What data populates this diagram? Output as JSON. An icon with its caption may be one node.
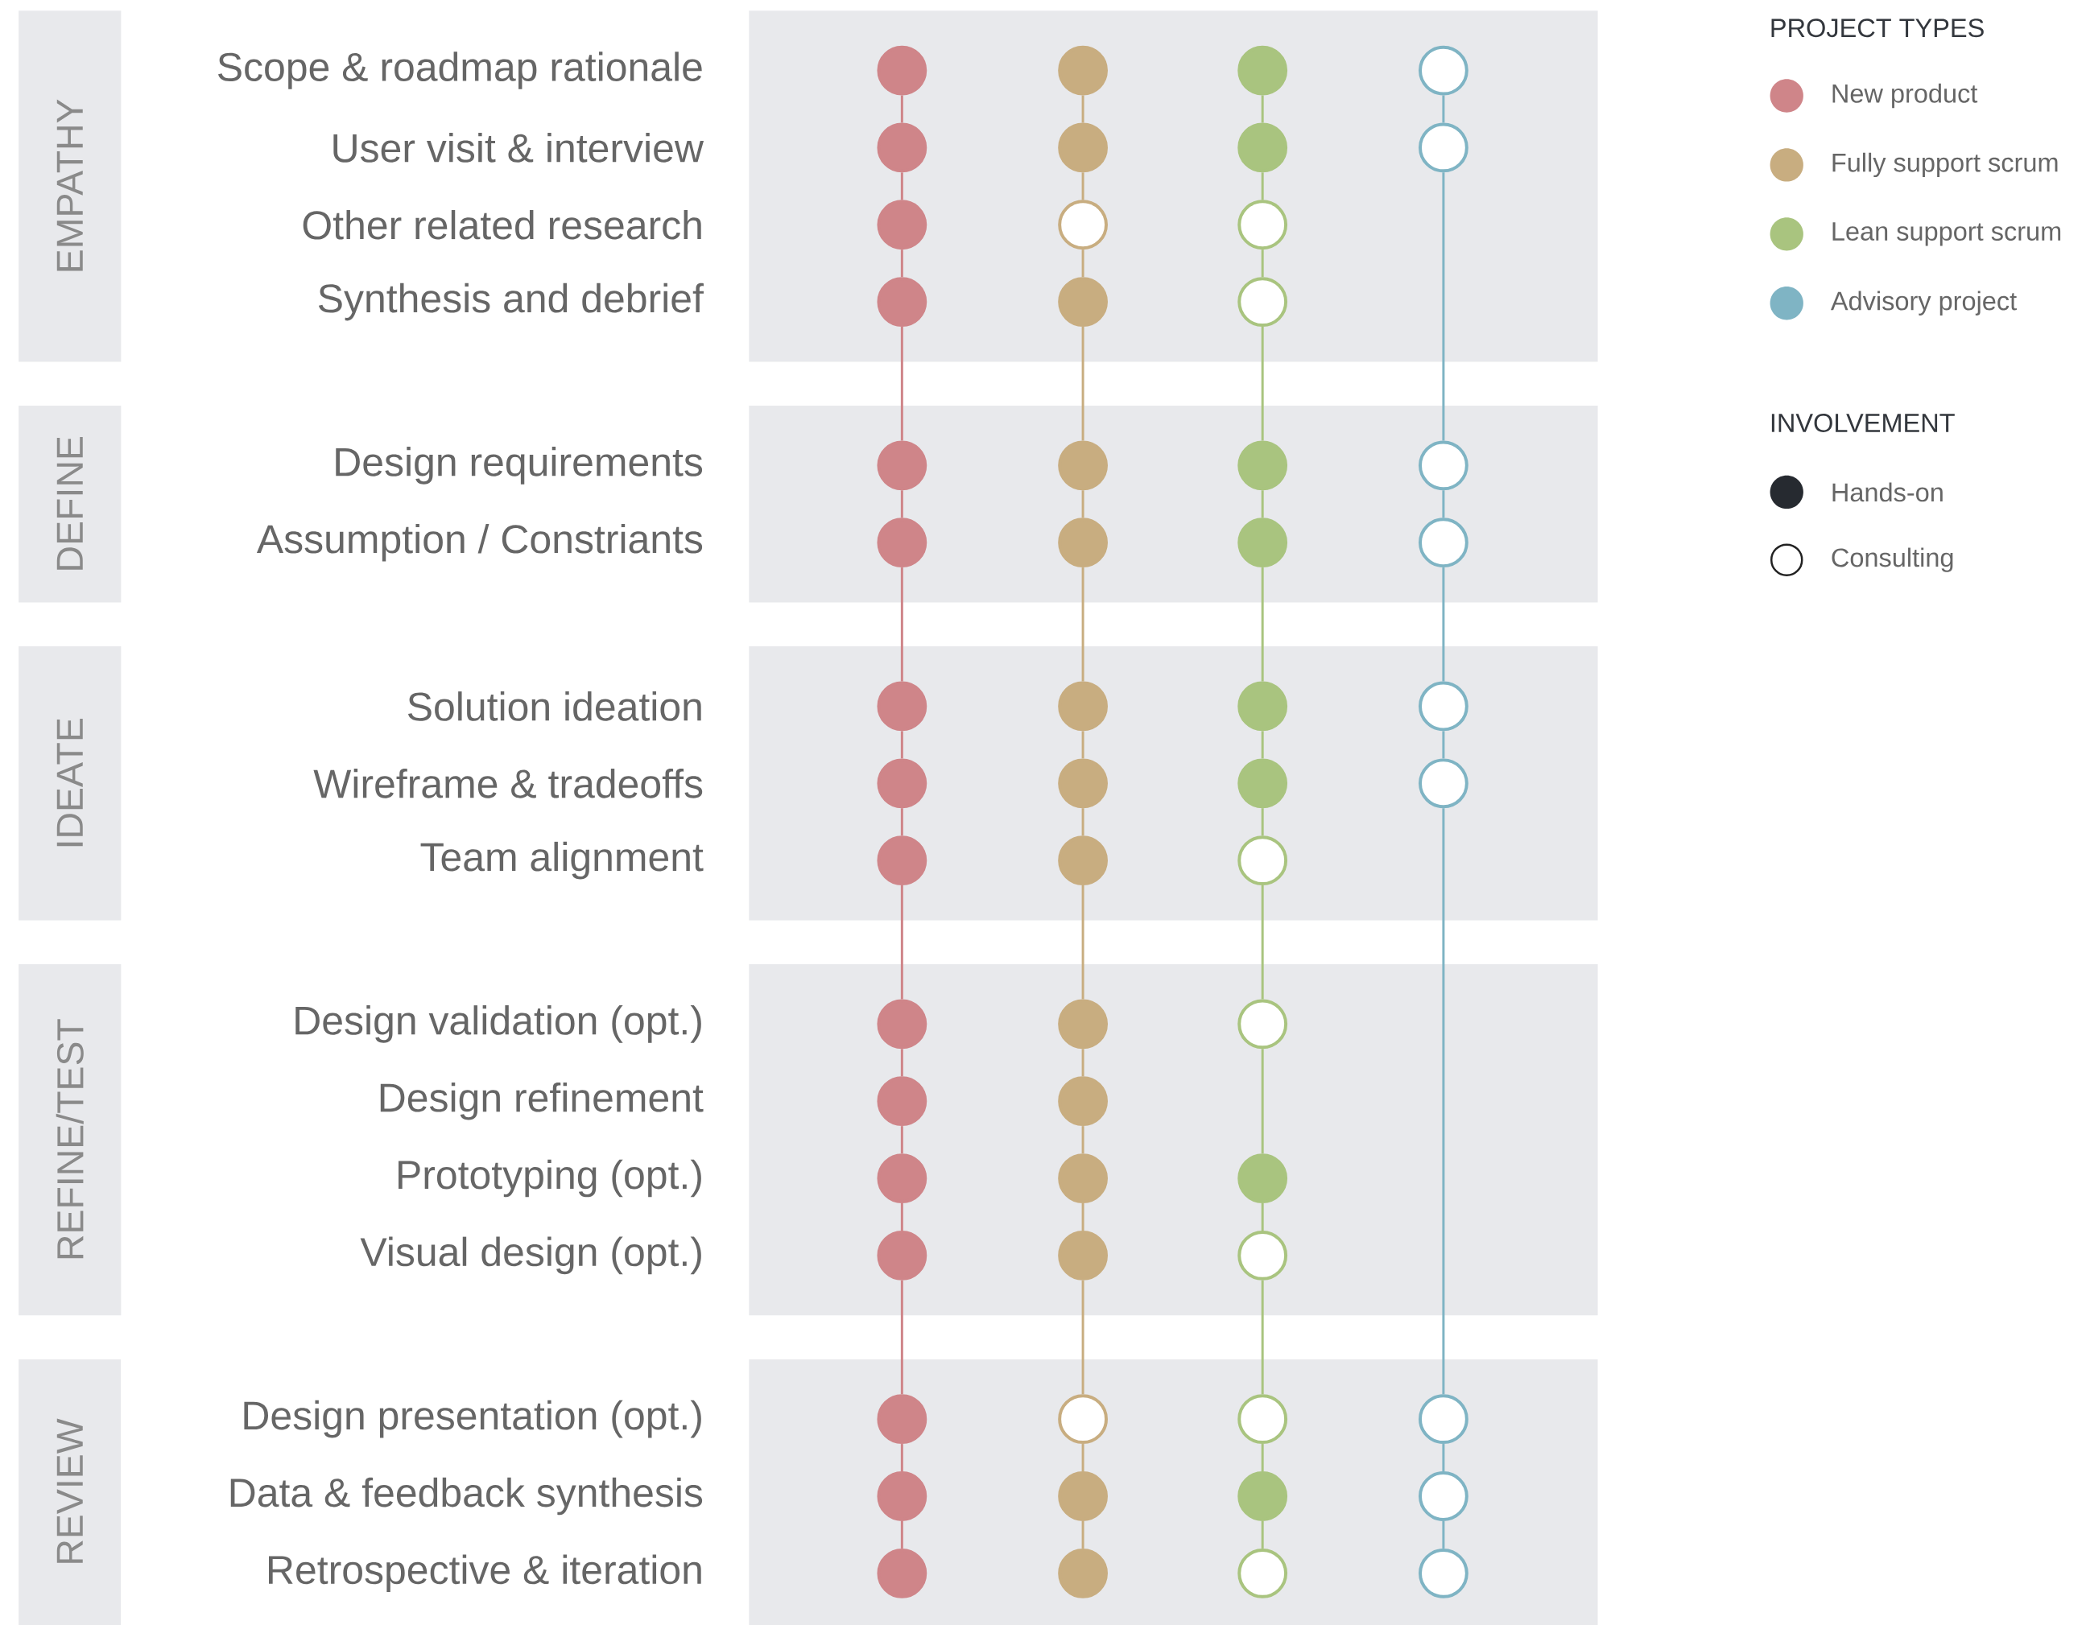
{
  "diagram": {
    "nodes": [
      {
        "text": [
          "EMPATHY"
        ]
      },
      {
        "text": [],
        "shape": "box"
      },
      {
        "text": [],
        "shape": "dot",
        "in": 1
      },
      {
        "text": [],
        "shape": "dot",
        "in": 1
      },
      {
        "text": [],
        "shape": "dot",
        "in": 1
      },
      {
        "text": [],
        "shape": "circle",
        "in": 1
      },
      {
        "text": [],
        "shape": "dot",
        "in": 1
      },
      {
        "text": [],
        "shape": "dot",
        "in": 1
      },
      {
        "text": [],
        "shape": "dot",
        "in": 1
      },
      {
        "text": [],
        "shape": "circle",
        "in": 1
      },
      {
        "text": [],
        "shape": "dot",
        "in": 1
      },
      {
        "text": [],
        "shape": "circle",
        "in": 1
      },
      {
        "text": [],
        "shape": "circle",
        "in": 1
      },
      {
        "text": [],
        "shape": "dot",
        "in": 1
      },
      {
        "text": [],
        "shape": "dot",
        "in": 1
      },
      {
        "text": [],
        "shape": "circle",
        "in": 1
      },
      {
        "text": [
          "DEFINE"
        ]
      },
      {
        "text": [],
        "shape": "box"
      },
      {
        "text": [],
        "shape": "dot",
        "in": 17
      },
      {
        "text": [],
        "shape": "dot",
        "in": 17
      },
      {
        "text": [],
        "shape": "dot",
        "in": 17
      },
      {
        "text": [],
        "shape": "circle",
        "in": 17
      },
      {
        "text": [],
        "shape": "dot",
        "in": 17
      },
      {
        "text": [],
        "shape": "dot",
        "in": 17
      },
      {
        "text": [],
        "shape": "dot",
        "in": 17
      },
      {
        "text": [],
        "shape": "circle",
        "in": 17
      },
      {
        "text": [
          "IDEATE"
        ]
      },
      {
        "text": [],
        "shape": "box"
      },
      {
        "text": [],
        "shape": "dot",
        "in": 27
      },
      {
        "text": [],
        "shape": "dot",
        "in": 27
      },
      {
        "text": [],
        "shape": "dot",
        "in": 27
      },
      {
        "text": [],
        "shape": "circle",
        "in": 27
      },
      {
        "text": [],
        "shape": "dot",
        "in": 27
      },
      {
        "text": [],
        "shape": "dot",
        "in": 27
      },
      {
        "text": [],
        "shape": "dot",
        "in": 27
      },
      {
        "text": [],
        "shape": "circle",
        "in": 27
      },
      {
        "text": [],
        "shape": "dot",
        "in": 27
      },
      {
        "text": [],
        "shape": "dot",
        "in": 27
      },
      {
        "text": [],
        "shape": "circle",
        "in": 27
      },
      {
        "text": [
          "REFINE/TEST"
        ]
      },
      {
        "text": [],
        "shape": "box"
      },
      {
        "text": [],
        "shape": "dot",
        "in": 40
      },
      {
        "text": [],
        "shape": "dot",
        "in": 40
      },
      {
        "text": [],
        "shape": "circle",
        "in": 40
      },
      {
        "text": [],
        "shape": "dot",
        "in": 40
      },
      {
        "text": [],
        "shape": "dot",
        "in": 40
      },
      {
        "text": [],
        "shape": "dot",
        "in": 40
      },
      {
        "text": [],
        "shape": "dot",
        "in": 40
      },
      {
        "text": [],
        "shape": "dot",
        "in": 40
      },
      {
        "text": [],
        "shape": "dot",
        "in": 40
      },
      {
        "text": [],
        "shape": "dot",
        "in": 40
      },
      {
        "text": [],
        "shape": "circle",
        "in": 40
      },
      {
        "text": [
          "REVIEW"
        ]
      },
      {
        "text": [],
        "shape": "box"
      },
      {
        "text": [],
        "shape": "dot",
        "in": 53
      },
      {
        "text": [],
        "shape": "circle",
        "in": 53
      },
      {
        "text": [],
        "shape": "circle",
        "in": 53
      },
      {
        "text": [],
        "shape": "circle",
        "in": 53
      },
      {
        "text": [],
        "shape": "dot",
        "in": 53
      },
      {
        "text": [],
        "shape": "dot",
        "in": 53
      },
      {
        "text": [],
        "shape": "dot",
        "in": 53
      },
      {
        "text": [],
        "shape": "circle",
        "in": 53
      },
      {
        "text": [],
        "shape": "dot",
        "in": 53
      },
      {
        "text": [],
        "shape": "dot",
        "in": 53
      },
      {
        "text": [],
        "shape": "circle",
        "in": 53
      },
      {
        "text": [],
        "shape": "circle",
        "in": 53
      }
    ],
    "edges": [
      {
        "from": 2,
        "to": 6,
        "arrow": "none",
        "color": "#cf8589"
      },
      {
        "from": 6,
        "to": 10,
        "arrow": "none",
        "color": "#cf8589"
      },
      {
        "from": 10,
        "to": 13,
        "arrow": "none",
        "color": "#cf8589"
      },
      {
        "from": 13,
        "to": 18,
        "arrow": "none",
        "color": "#cf8589"
      },
      {
        "from": 18,
        "to": 22,
        "arrow": "none",
        "color": "#cf8589"
      },
      {
        "from": 22,
        "to": 28,
        "arrow": "none",
        "color": "#cf8589"
      },
      {
        "from": 28,
        "to": 32,
        "arrow": "none",
        "color": "#cf8589"
      },
      {
        "from": 32,
        "to": 36,
        "arrow": "none",
        "color": "#cf8589"
      },
      {
        "from": 36,
        "to": 41,
        "arrow": "none",
        "color": "#cf8589"
      },
      {
        "from": 41,
        "to": 44,
        "arrow": "none",
        "color": "#cf8589"
      },
      {
        "from": 44,
        "to": 46,
        "arrow": "none",
        "color": "#cf8589"
      },
      {
        "from": 46,
        "to": 49,
        "arrow": "none",
        "color": "#cf8589"
      },
      {
        "from": 49,
        "to": 54,
        "arrow": "none",
        "color": "#cf8589"
      },
      {
        "from": 54,
        "to": 58,
        "arrow": "none",
        "color": "#cf8589"
      },
      {
        "from": 58,
        "to": 62,
        "arrow": "none",
        "color": "#cf8589"
      },
      {
        "from": 3,
        "to": 7,
        "arrow": "none",
        "color": "#c8ad80"
      },
      {
        "from": 7,
        "to": 11,
        "arrow": "none",
        "color": "#c8ad80"
      },
      {
        "from": 11,
        "to": 14,
        "arrow": "none",
        "color": "#c8ad80"
      },
      {
        "from": 14,
        "to": 19,
        "arrow": "none",
        "color": "#c8ad80"
      },
      {
        "from": 19,
        "to": 23,
        "arrow": "none",
        "color": "#c8ad80"
      },
      {
        "from": 23,
        "to": 29,
        "arrow": "none",
        "color": "#c8ad80"
      },
      {
        "from": 29,
        "to": 33,
        "arrow": "none",
        "color": "#c8ad80"
      },
      {
        "from": 33,
        "to": 37,
        "arrow": "none",
        "color": "#c8ad80"
      },
      {
        "from": 37,
        "to": 42,
        "arrow": "none",
        "color": "#c8ad80"
      },
      {
        "from": 42,
        "to": 45,
        "arrow": "none",
        "color": "#c8ad80"
      },
      {
        "from": 45,
        "to": 47,
        "arrow": "none",
        "color": "#c8ad80"
      },
      {
        "from": 47,
        "to": 50,
        "arrow": "none",
        "color": "#c8ad80"
      },
      {
        "from": 50,
        "to": 55,
        "arrow": "none",
        "color": "#c8ad80"
      },
      {
        "from": 55,
        "to": 59,
        "arrow": "none",
        "color": "#c8ad80"
      },
      {
        "from": 59,
        "to": 63,
        "arrow": "none",
        "color": "#c8ad80"
      },
      {
        "from": 4,
        "to": 8,
        "arrow": "none",
        "color": "#a9c47f"
      },
      {
        "from": 8,
        "to": 12,
        "arrow": "none",
        "color": "#a9c47f"
      },
      {
        "from": 12,
        "to": 15,
        "arrow": "none",
        "color": "#a9c47f"
      },
      {
        "from": 15,
        "to": 20,
        "arrow": "none",
        "color": "#a9c47f"
      },
      {
        "from": 20,
        "to": 24,
        "arrow": "none",
        "color": "#a9c47f"
      },
      {
        "from": 24,
        "to": 30,
        "arrow": "none",
        "color": "#a9c47f"
      },
      {
        "from": 30,
        "to": 34,
        "arrow": "none",
        "color": "#a9c47f"
      },
      {
        "from": 34,
        "to": 38,
        "arrow": "none",
        "color": "#a9c47f"
      },
      {
        "from": 38,
        "to": 43,
        "arrow": "none",
        "color": "#a9c47f"
      },
      {
        "from": 43,
        "to": 48,
        "arrow": "none",
        "color": "#a9c47f"
      },
      {
        "from": 48,
        "to": 51,
        "arrow": "none",
        "color": "#a9c47f"
      },
      {
        "from": 51,
        "to": 56,
        "arrow": "none",
        "color": "#a9c47f"
      },
      {
        "from": 56,
        "to": 60,
        "arrow": "none",
        "color": "#a9c47f"
      },
      {
        "from": 60,
        "to": 64,
        "arrow": "none",
        "color": "#a9c47f"
      },
      {
        "from": 5,
        "to": 9,
        "arrow": "none",
        "color": "#7fb4c4"
      },
      {
        "from": 9,
        "to": 21,
        "arrow": "none",
        "color": "#7fb4c4"
      },
      {
        "from": 21,
        "to": 25,
        "arrow": "none",
        "color": "#7fb4c4"
      },
      {
        "from": 25,
        "to": 31,
        "arrow": "none",
        "color": "#7fb4c4"
      },
      {
        "from": 31,
        "to": 35,
        "arrow": "none",
        "color": "#7fb4c4"
      },
      {
        "from": 35,
        "to": 57,
        "arrow": "none",
        "color": "#7fb4c4"
      },
      {
        "from": 57,
        "to": 61,
        "arrow": "none",
        "color": "#7fb4c4"
      },
      {
        "from": 61,
        "to": 65,
        "arrow": "none",
        "color": "#7fb4c4"
      }
    ],
    "labels": [
      "Scope & roadmap rationale",
      "User visit & interview",
      "Other related research",
      "Synthesis and debrief",
      "Design requirements",
      "Assumption / Constriants",
      "Solution ideation",
      "Wireframe & tradeoffs",
      "Team alignment",
      "Design validation (opt.)",
      "Design refinement",
      "Prototyping (opt.)",
      "Visual design (opt.)",
      "Design presentation (opt.)",
      "Data & feedback synthesis",
      "Retrospective & iteration",
      "PROJECT TYPES",
      "INVOLVEMENT"
    ],
    "legend": [
      {
        "text": "New product",
        "color": "#cf8589"
      },
      {
        "text": "Fully support scrum",
        "color": "#c8ad80"
      },
      {
        "text": "Lean support scrum",
        "color": "#a9c47f"
      },
      {
        "text": "Advisory project",
        "color": "#7fb4c4"
      },
      {
        "text": "Hands-on",
        "color": "#262a30"
      },
      {
        "text": "Consulting"
      }
    ]
  }
}
